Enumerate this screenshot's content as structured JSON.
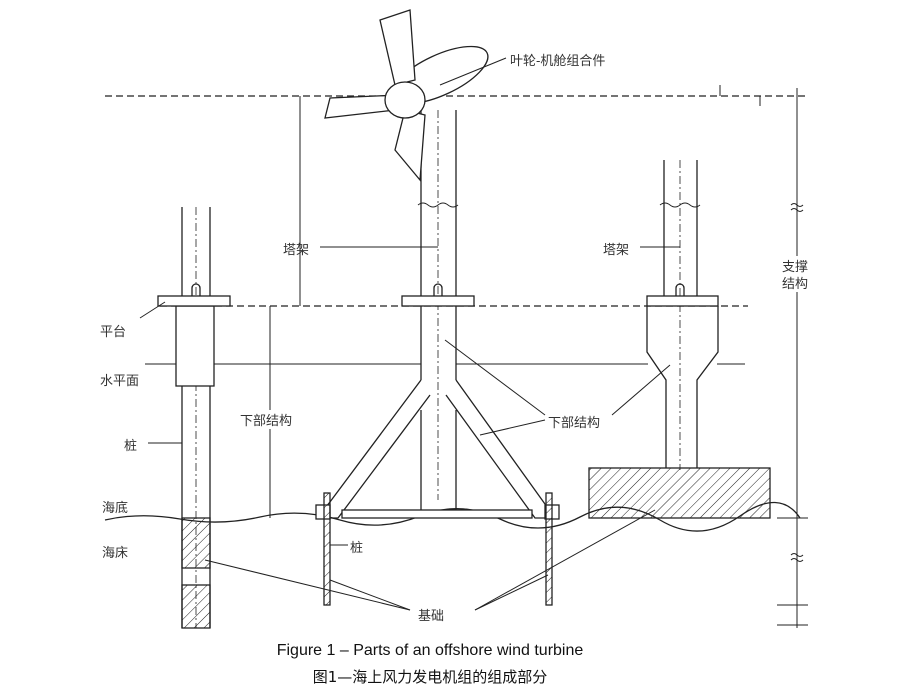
{
  "labels": {
    "rotor_nacelle": "叶轮-机舱组合件",
    "tower_left": "塔架",
    "tower_right": "塔架",
    "support_structure_1": "支撑",
    "support_structure_2": "结构",
    "platform": "平台",
    "water_level": "水平面",
    "substructure_left": "下部结构",
    "substructure_right": "下部结构",
    "pile_left": "桩",
    "pile_tripod": "桩",
    "seabed": "海底",
    "seabed_soil": "海床",
    "foundation": "基础"
  },
  "caption": {
    "english": "Figure 1 – Parts of an offshore wind turbine",
    "chinese": "图1—海上风力发电机组的组成部分"
  }
}
